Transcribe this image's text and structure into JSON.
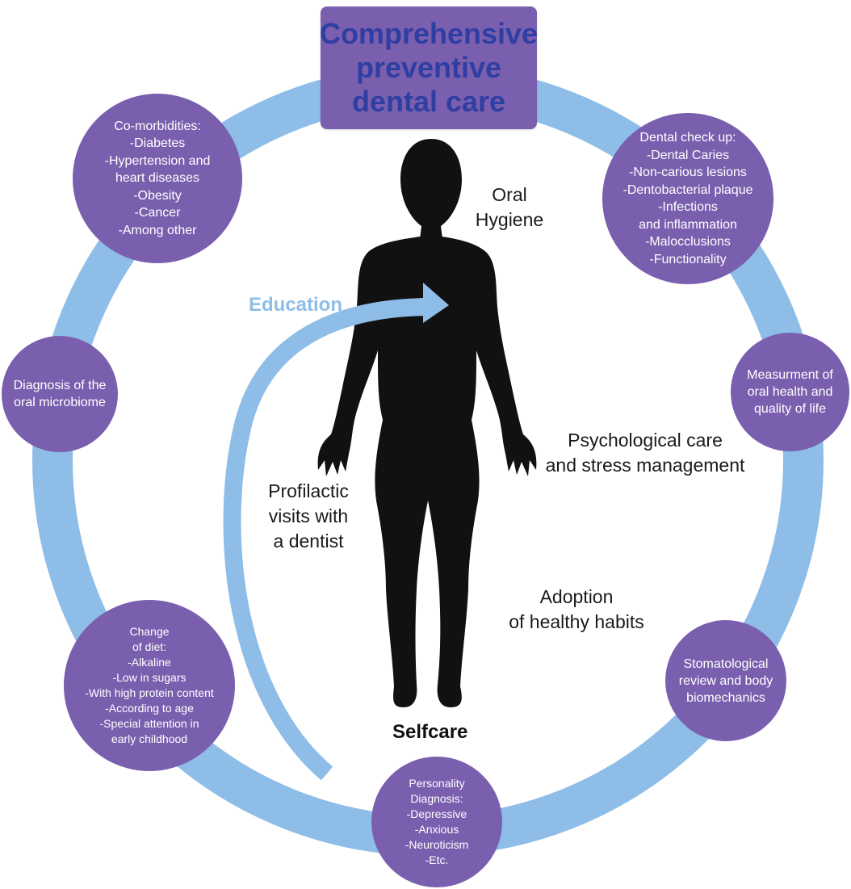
{
  "title_lines": [
    "Comprehensive",
    "preventive",
    "dental care"
  ],
  "colors": {
    "ring": "#8ebde7",
    "node_fill": "#7a5fae",
    "title_text": "#2f3ea2",
    "education_text": "#8ebde7",
    "figure": "#111111"
  },
  "nodes": {
    "comorbidities": [
      "Co-morbidities:",
      "-Diabetes",
      "-Hypertension and",
      "heart diseases",
      "-Obesity",
      "-Cancer",
      "-Among other"
    ],
    "dental_checkup": [
      "Dental check up:",
      "-Dental Caries",
      "-Non-carious lesions",
      "-Dentobacterial plaque",
      "-Infections",
      "and inflammation",
      "-Malocclusions",
      "-Functionality"
    ],
    "microbiome": [
      "Diagnosis of the",
      "oral microbiome"
    ],
    "measurement": [
      "Measurment of",
      "oral health and",
      "quality of life"
    ],
    "diet": [
      "Change",
      "of diet:",
      "-Alkaline",
      "-Low in sugars",
      "-With high protein content",
      "-According to age",
      "-Special attention in",
      "early childhood"
    ],
    "stomatological": [
      "Stomatological",
      "review and body",
      "biomechanics"
    ],
    "personality": [
      "Personality",
      "Diagnosis:",
      "-Depressive",
      "-Anxious",
      "-Neuroticism",
      "-Etc."
    ]
  },
  "labels": {
    "oral_hygiene": [
      "Oral",
      "Hygiene"
    ],
    "psychological": [
      "Psychological care",
      "and stress management"
    ],
    "profilactic": [
      "Profilactic",
      "visits with",
      "a dentist"
    ],
    "habits": [
      "Adoption",
      "of healthy habits"
    ],
    "education": "Education",
    "selfcare": "Selfcare"
  }
}
